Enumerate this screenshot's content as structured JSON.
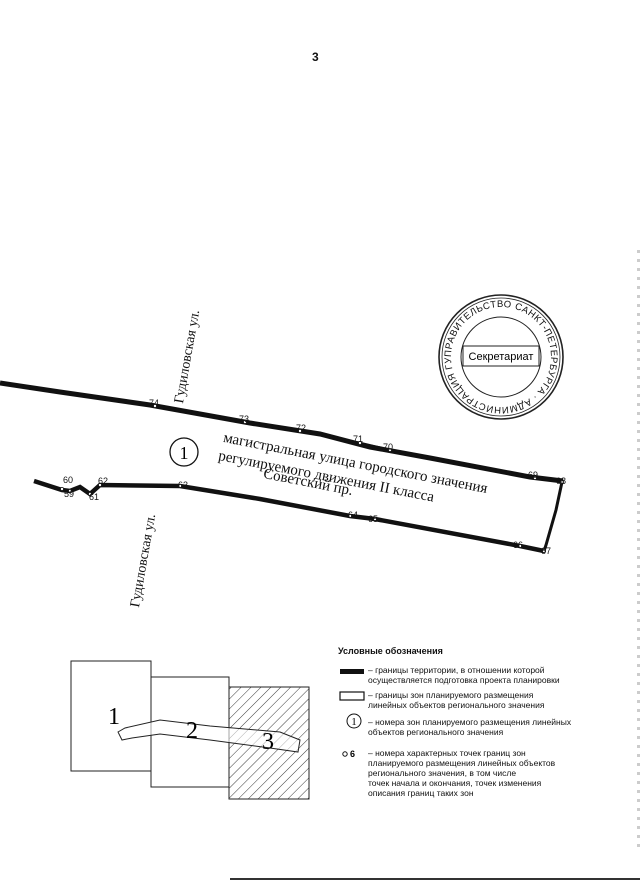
{
  "page": {
    "number": "3"
  },
  "map": {
    "streets": [
      {
        "id": "gudilovskaya-top",
        "label": "Гудиловская ул."
      },
      {
        "id": "gudilovskaya-bottom",
        "label": "Гудиловская ул."
      }
    ],
    "zone": {
      "number": "1",
      "description_lines": [
        "магистральная улица городского значения",
        "регулируемого движения II класса",
        "Советский пр."
      ]
    },
    "points": [
      "60",
      "59",
      "61",
      "62",
      "63",
      "64",
      "65",
      "66",
      "67",
      "68",
      "69",
      "70",
      "71",
      "72",
      "73",
      "74"
    ]
  },
  "stamp": {
    "ring_text": "ПРАВИТЕЛЬСТВО САНКТ-ПЕТЕРБУРГА · АДМИНИСТРАЦИЯ ГУБЕРНАТОРА САНКТ-ПЕТЕРБУРГА ·",
    "center_text": "Секретариат"
  },
  "inset": {
    "sheet_labels": [
      "1",
      "2",
      "3"
    ]
  },
  "legend": {
    "title": "Условные обозначения",
    "items": [
      {
        "symbol": "thick-line",
        "lines": [
          "– границы территории, в отношении которой",
          "осуществляется подготовка проекта планировки"
        ]
      },
      {
        "symbol": "outline-rect",
        "lines": [
          "– границы зон планируемого размещения",
          "линейных объектов регионального значения"
        ]
      },
      {
        "symbol": "circle-number",
        "symbol_text": "1",
        "lines": [
          "– номера зон планируемого размещения линейных",
          "объектов регионального значения"
        ]
      },
      {
        "symbol": "point-number",
        "symbol_text": "6",
        "lines": [
          "– номера характерных точек границ зон",
          "планируемого размещения линейных объектов",
          "регионального значения, в том числе",
          "точек начала и окончания, точек изменения",
          "описания границ таких зон"
        ]
      }
    ]
  }
}
